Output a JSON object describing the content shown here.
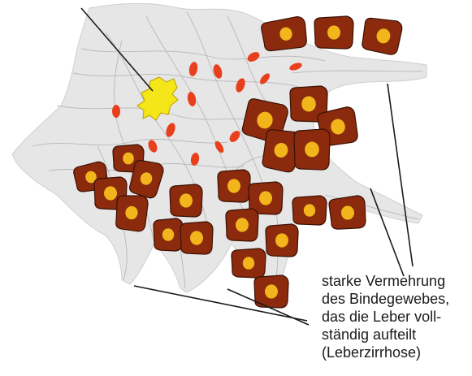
{
  "caption": {
    "lines": [
      "starke Vermehrung",
      "des Bindegewebes,",
      "das die Leber voll-",
      "ständig aufteilt",
      "(Leberzirrhose)"
    ]
  },
  "colors": {
    "connective_tissue": "#e6e6e6",
    "fiber": "#b8b8b8",
    "hepatocyte": "#8b2a0c",
    "hepatocyte_outline": "#3a1205",
    "nucleus": "#f2b51c",
    "inflammatory_cell": "#e8401c",
    "bile_deposit": "#f5e61a",
    "leader_line": "#1a1a1a"
  }
}
